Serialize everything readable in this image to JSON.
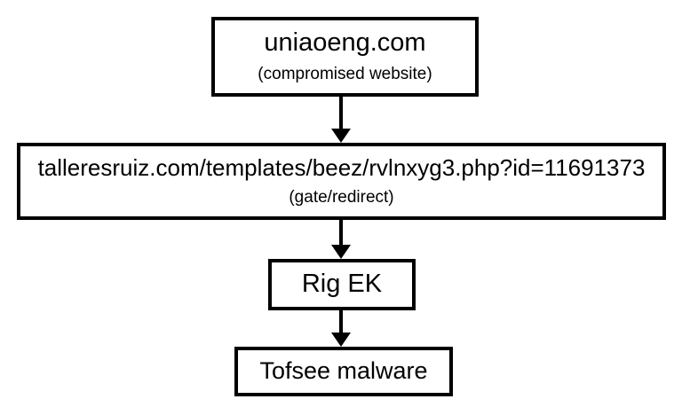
{
  "diagram": {
    "type": "flowchart",
    "background_color": "#ffffff",
    "box_border_color": "#000000",
    "box_fill_color": "#ffffff",
    "text_color": "#000000",
    "arrow_color": "#000000",
    "nodes": [
      {
        "id": "compromised-website",
        "label": "uniaoeng.com",
        "sublabel": "(compromised website)"
      },
      {
        "id": "gate-redirect",
        "label": "talleresruiz.com/templates/beez/rvlnxyg3.php?id=11691373",
        "sublabel": "(gate/redirect)"
      },
      {
        "id": "exploit-kit",
        "label": "Rig EK"
      },
      {
        "id": "malware-payload",
        "label": "Tofsee malware"
      }
    ],
    "edges": [
      {
        "from": "compromised-website",
        "to": "gate-redirect",
        "direction": "down"
      },
      {
        "from": "gate-redirect",
        "to": "exploit-kit",
        "direction": "down"
      },
      {
        "from": "exploit-kit",
        "to": "malware-payload",
        "direction": "down"
      }
    ]
  }
}
